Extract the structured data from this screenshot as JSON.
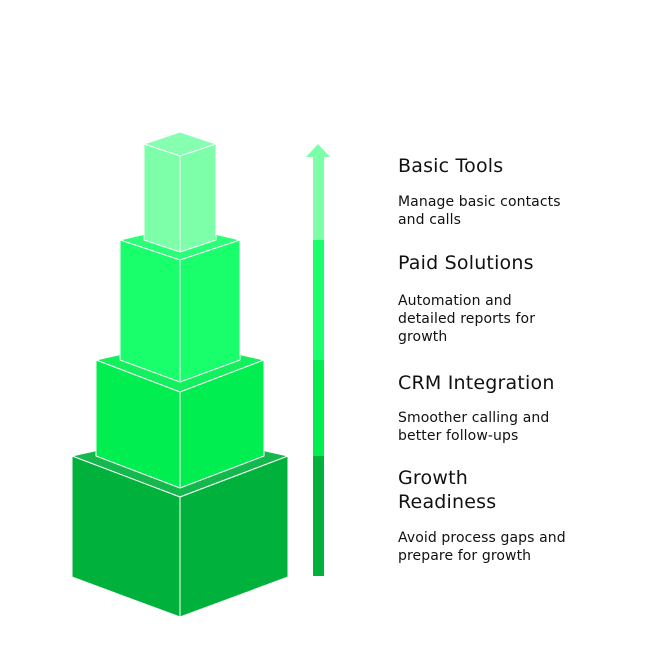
{
  "colors": {
    "stage_1": "#7dffaa",
    "stage_2": "#19ff6c",
    "stage_3": "#00ee4f",
    "stage_4": "#00b23c"
  },
  "icons": {
    "arrow": "arrow-up-icon"
  },
  "stages": [
    {
      "title": "Basic Tools",
      "description": "Manage basic contacts and calls"
    },
    {
      "title": "Paid Solutions",
      "description": "Automation and detailed reports for growth"
    },
    {
      "title": "CRM Integration",
      "description": "Smoother calling and better follow-ups"
    },
    {
      "title": "Growth Readiness",
      "description": "Avoid process gaps and prepare for growth"
    }
  ]
}
